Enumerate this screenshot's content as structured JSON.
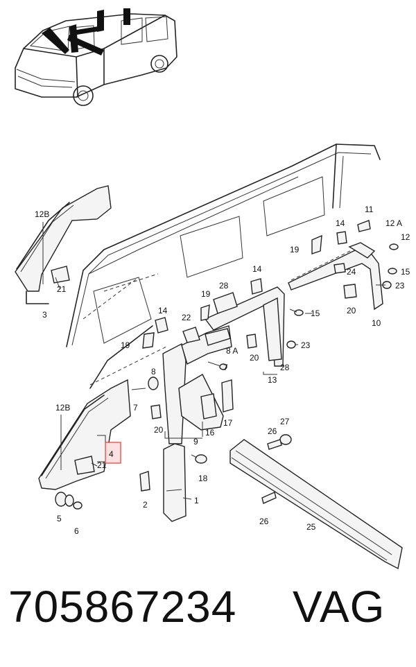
{
  "part_number": "705867234",
  "brand": "VAG",
  "callouts": [
    "1",
    "2",
    "3",
    "4",
    "5",
    "6",
    "7",
    "8",
    "8 A",
    "10",
    "11",
    "12",
    "12 A",
    "12B",
    "13",
    "14",
    "15",
    "16",
    "17",
    "18",
    "19",
    "20",
    "21",
    "22",
    "23",
    "24",
    "25",
    "26",
    "27",
    "28",
    "9"
  ],
  "labels": {
    "l12b_top": "12B",
    "l21_top": "21",
    "l3": "3",
    "l12b_bot": "12B",
    "l4": "4",
    "l21_bot": "21",
    "l5": "5",
    "l6": "6",
    "l11": "11",
    "l12a": "12 A",
    "l12": "12",
    "l14_r": "14",
    "l19_r": "19",
    "l24": "24",
    "l15_r": "15",
    "l23_r": "23",
    "l20_r": "20",
    "l10": "10",
    "l14_m": "14",
    "l28_m": "28",
    "l19_m": "19",
    "l15_m": "15",
    "l22": "22",
    "l14_l": "14",
    "l8a": "8 A",
    "l19_l": "19",
    "l7_r": "7",
    "l20_m": "20",
    "l23_m": "23",
    "l28_b": "28",
    "l13": "13",
    "l8": "8",
    "l7_l": "7",
    "l20_l": "20",
    "l16": "16",
    "l17": "17",
    "l9": "9",
    "l18": "18",
    "l2": "2",
    "l1": "1",
    "l27": "27",
    "l26_t": "26",
    "l26_b": "26",
    "l25": "25"
  }
}
